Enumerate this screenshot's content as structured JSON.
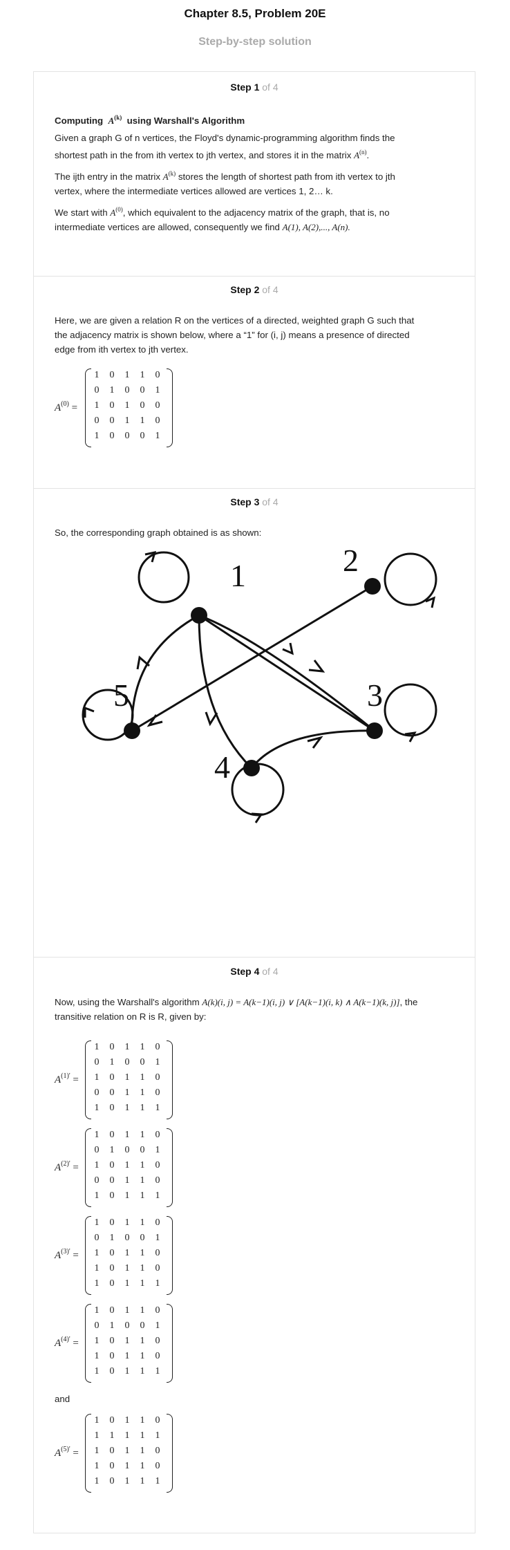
{
  "header": {
    "title": "Chapter 8.5, Problem 20E",
    "subtitle": "Step-by-step solution"
  },
  "steps": [
    {
      "label": "Step 1",
      "of": "of 4",
      "heading": "Computing",
      "heading_math": "A",
      "heading_sup": "(k)",
      "heading_suffix": "using Warshall's Algorithm",
      "p1a": "Given a graph G of n vertices, the Floyd's dynamic-programming algorithm finds the",
      "p1b": "shortest path in the from ith vertex to jth vertex, and stores it in the matrix",
      "p1b_math": "A",
      "p1b_sup": "(n)",
      "p2a_pre": "The ijth entry in the matrix",
      "p2a_math": "A",
      "p2a_sup": "(k)",
      "p2a_post": "stores the length of shortest path from ith vertex to jth",
      "p2b": "vertex, where the intermediate vertices allowed are vertices 1, 2… k.",
      "p3a_pre": "We start with",
      "p3a_math": "A",
      "p3a_sup": "(0)",
      "p3a_post": ", which equivalent to the adjacency matrix of the graph, that is, no",
      "p3b": "intermediate vertices are allowed, consequently we find",
      "p3b_math": "A(1), A(2),..., A(n)."
    },
    {
      "label": "Step 2",
      "of": "of 4",
      "p1a": "Here, we are given a relation R on the vertices of a directed, weighted graph G such that",
      "p1b": "the adjacency matrix is shown below, where a “1” for (i, j) means a presence of directed",
      "p1c": "edge from ith vertex to jth vertex.",
      "matrix_label": "A",
      "matrix_sup": "(0)",
      "matrix": [
        [
          1,
          0,
          1,
          1,
          0
        ],
        [
          0,
          1,
          0,
          0,
          1
        ],
        [
          1,
          0,
          1,
          0,
          0
        ],
        [
          0,
          0,
          1,
          1,
          0
        ],
        [
          1,
          0,
          0,
          0,
          1
        ]
      ]
    },
    {
      "label": "Step 3",
      "of": "of 4",
      "p1": "So, the corresponding graph obtained is as shown:",
      "graph": {
        "nodes": [
          "1",
          "2",
          "3",
          "4",
          "5"
        ]
      }
    },
    {
      "label": "Step 4",
      "of": "of 4",
      "p1_pre": "Now, using the Warshall's algorithm",
      "p1_formula": "A(k)(i, j) = A(k−1)(i, j) ∨ [A(k−1)(i, k) ∧ A(k−1)(k, j)]",
      "p1_post": ", the",
      "p2": "transitive relation on R is R, given by:",
      "and_label": "and",
      "matrices": [
        {
          "label": "A",
          "sup": "(1)'",
          "rows": [
            [
              1,
              0,
              1,
              1,
              0
            ],
            [
              0,
              1,
              0,
              0,
              1
            ],
            [
              1,
              0,
              1,
              1,
              0
            ],
            [
              0,
              0,
              1,
              1,
              0
            ],
            [
              1,
              0,
              1,
              1,
              1
            ]
          ]
        },
        {
          "label": "A",
          "sup": "(2)'",
          "rows": [
            [
              1,
              0,
              1,
              1,
              0
            ],
            [
              0,
              1,
              0,
              0,
              1
            ],
            [
              1,
              0,
              1,
              1,
              0
            ],
            [
              0,
              0,
              1,
              1,
              0
            ],
            [
              1,
              0,
              1,
              1,
              1
            ]
          ]
        },
        {
          "label": "A",
          "sup": "(3)'",
          "rows": [
            [
              1,
              0,
              1,
              1,
              0
            ],
            [
              0,
              1,
              0,
              0,
              1
            ],
            [
              1,
              0,
              1,
              1,
              0
            ],
            [
              1,
              0,
              1,
              1,
              0
            ],
            [
              1,
              0,
              1,
              1,
              1
            ]
          ]
        },
        {
          "label": "A",
          "sup": "(4)'",
          "rows": [
            [
              1,
              0,
              1,
              1,
              0
            ],
            [
              0,
              1,
              0,
              0,
              1
            ],
            [
              1,
              0,
              1,
              1,
              0
            ],
            [
              1,
              0,
              1,
              1,
              0
            ],
            [
              1,
              0,
              1,
              1,
              1
            ]
          ]
        },
        {
          "label": "A",
          "sup": "(5)'",
          "rows": [
            [
              1,
              0,
              1,
              1,
              0
            ],
            [
              1,
              1,
              1,
              1,
              1
            ],
            [
              1,
              0,
              1,
              1,
              0
            ],
            [
              1,
              0,
              1,
              1,
              0
            ],
            [
              1,
              0,
              1,
              1,
              1
            ]
          ]
        }
      ]
    }
  ]
}
